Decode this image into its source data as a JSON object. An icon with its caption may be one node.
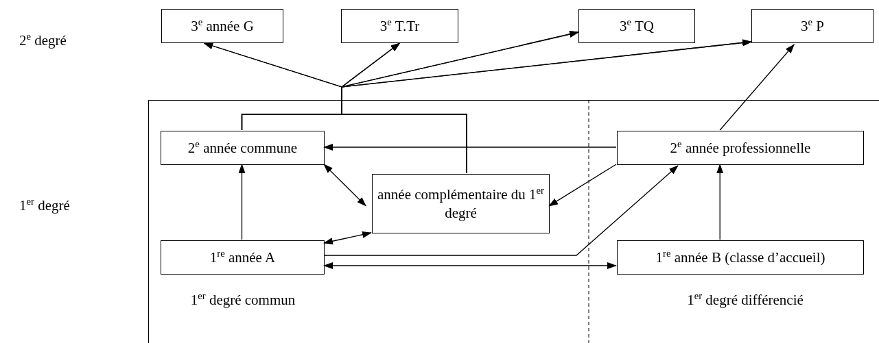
{
  "diagram": {
    "nodes": [
      {
        "text": [
          "3$^{e}$ année G"
        ]
      },
      {
        "text": [
          "3$^{e}$ T.Tr"
        ]
      },
      {
        "text": [
          "3$^{e}$ TQ"
        ]
      },
      {
        "text": [
          "3$^{e}$ P"
        ]
      },
      {
        "text": [
          "1$^{er}$ degré commun",
          "1$^{er}$ degré différencié"
        ]
      },
      {
        "text": [
          "2$^{e}$ année commune"
        ],
        "in": 4
      },
      {
        "text": [
          "année complémentaire du 1$^{er}$ degré"
        ],
        "in": 4
      },
      {
        "text": [
          "2$^{e}$ année professionnelle"
        ],
        "in": 4
      },
      {
        "text": [
          "1$^{re}$ année A"
        ],
        "in": 4
      },
      {
        "text": [
          "1$^{re}$ année B (classe d’accueil)"
        ],
        "in": 4
      }
    ],
    "edges": [
      {
        "from": 5,
        "to": 0,
        "arrow": "to"
      },
      {
        "from": 5,
        "to": 1,
        "arrow": "to"
      },
      {
        "from": 5,
        "to": 2,
        "arrow": "to"
      },
      {
        "from": 5,
        "to": 3,
        "arrow": "to"
      },
      {
        "from": 6,
        "to": 0,
        "arrow": "to"
      },
      {
        "from": 6,
        "to": 1,
        "arrow": "to"
      },
      {
        "from": 6,
        "to": 2,
        "arrow": "to"
      },
      {
        "from": 6,
        "to": 3,
        "arrow": "to"
      },
      {
        "from": 7,
        "to": 3,
        "arrow": "to"
      },
      {
        "from": 7,
        "to": 5,
        "arrow": "to"
      },
      {
        "from": 7,
        "to": 6,
        "arrow": "to"
      },
      {
        "from": 5,
        "to": 6,
        "arrow": "both"
      },
      {
        "from": 8,
        "to": 5,
        "arrow": "to"
      },
      {
        "from": 8,
        "to": 6,
        "arrow": "both"
      },
      {
        "from": 8,
        "to": 7,
        "arrow": "to"
      },
      {
        "from": 8,
        "to": 9,
        "arrow": "both"
      },
      {
        "from": 9,
        "to": 7,
        "arrow": "to"
      }
    ],
    "labels": [
      "2$^{e}$ degré",
      "1$^{er}$ degré"
    ]
  }
}
